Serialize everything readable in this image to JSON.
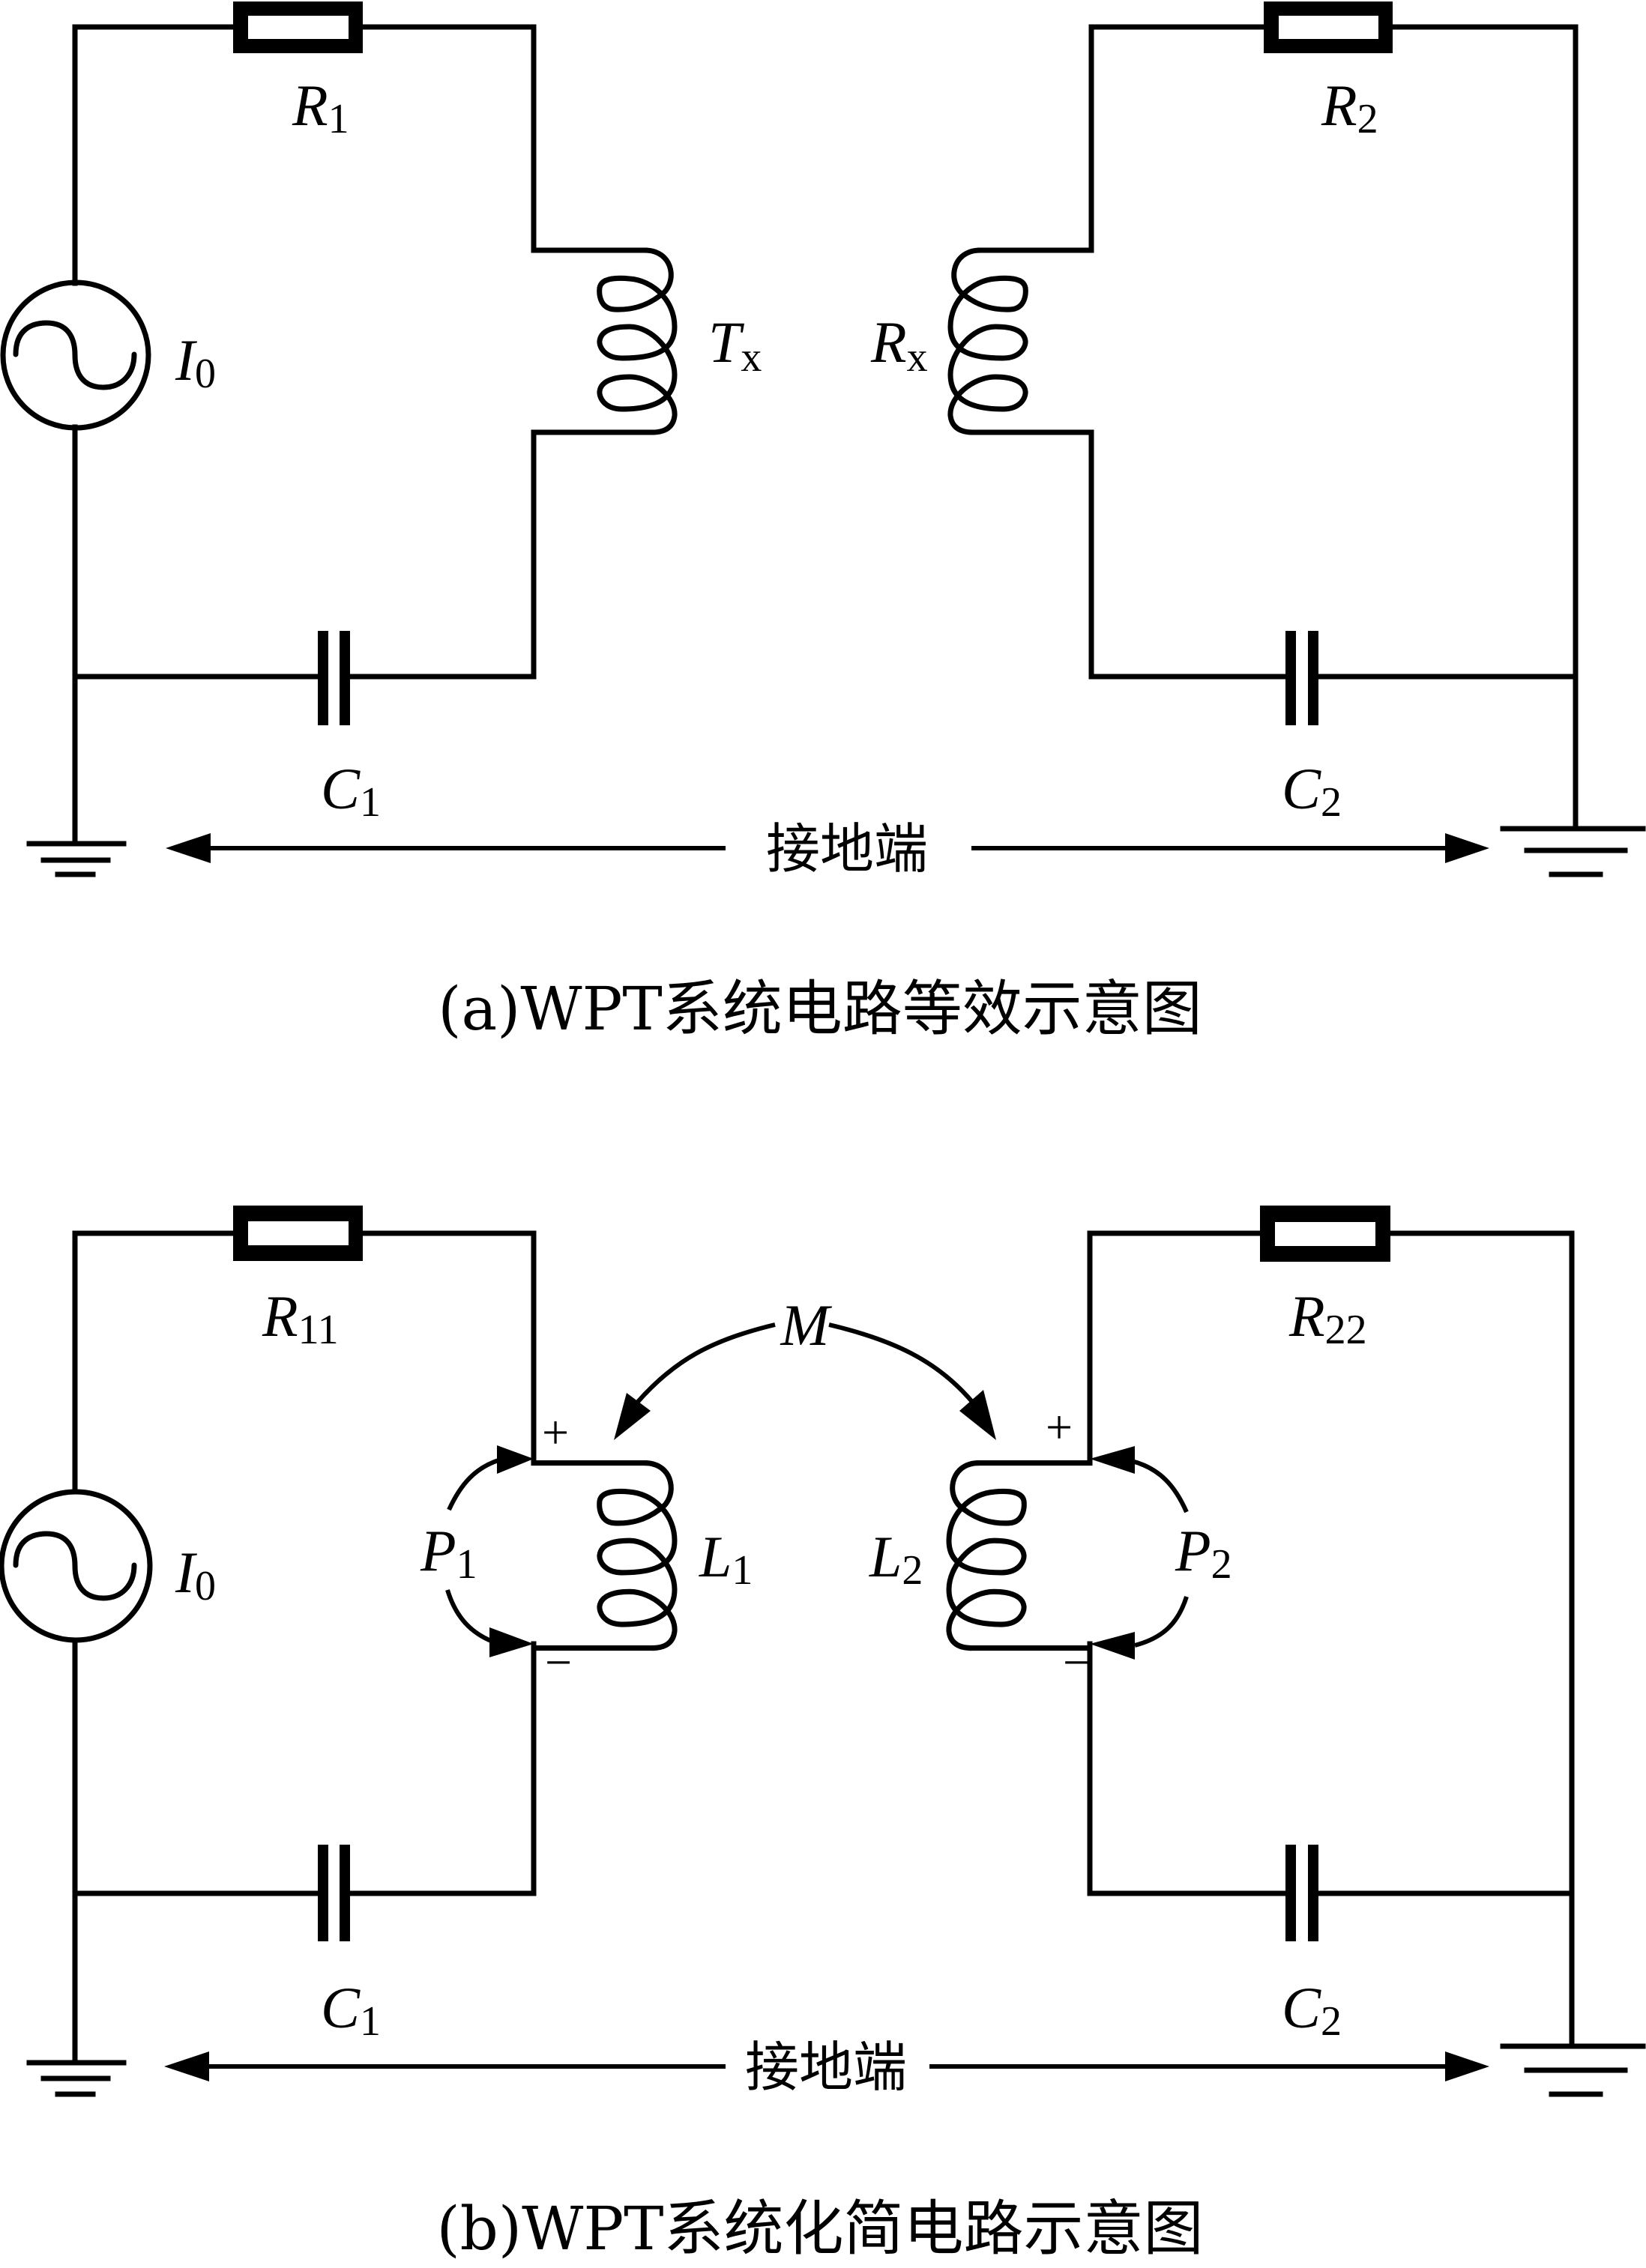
{
  "figure": {
    "panel_a": {
      "caption": "(a)WPT系统电路等效示意图",
      "ground_label": "接地端",
      "components": {
        "source": {
          "symbol": "I",
          "sub": "0",
          "icon": "ac-current-source-icon"
        },
        "resistor_left": {
          "symbol": "R",
          "sub": "1",
          "icon": "resistor-icon"
        },
        "resistor_right": {
          "symbol": "R",
          "sub": "2",
          "icon": "resistor-icon"
        },
        "coil_tx": {
          "symbol": "T",
          "sub": "x",
          "icon": "inductor-coil-icon"
        },
        "coil_rx": {
          "symbol": "R",
          "sub": "x",
          "icon": "inductor-coil-icon"
        },
        "cap_left": {
          "symbol": "C",
          "sub": "1",
          "icon": "capacitor-icon"
        },
        "cap_right": {
          "symbol": "C",
          "sub": "2",
          "icon": "capacitor-icon"
        }
      }
    },
    "panel_b": {
      "caption": "(b)WPT系统化简电路示意图",
      "ground_label": "接地端",
      "mutual_label": "M",
      "plus": "+",
      "minus": "−",
      "components": {
        "source": {
          "symbol": "I",
          "sub": "0",
          "icon": "ac-current-source-icon"
        },
        "resistor_left": {
          "symbol": "R",
          "sub": "11",
          "icon": "resistor-icon"
        },
        "resistor_right": {
          "symbol": "R",
          "sub": "22",
          "icon": "resistor-icon"
        },
        "coil_l1": {
          "symbol": "L",
          "sub": "1",
          "icon": "inductor-coil-icon"
        },
        "coil_l2": {
          "symbol": "L",
          "sub": "2",
          "icon": "inductor-coil-icon"
        },
        "port_p1": {
          "symbol": "P",
          "sub": "1"
        },
        "port_p2": {
          "symbol": "P",
          "sub": "2"
        },
        "cap_left": {
          "symbol": "C",
          "sub": "1",
          "icon": "capacitor-icon"
        },
        "cap_right": {
          "symbol": "C",
          "sub": "2",
          "icon": "capacitor-icon"
        }
      }
    }
  }
}
